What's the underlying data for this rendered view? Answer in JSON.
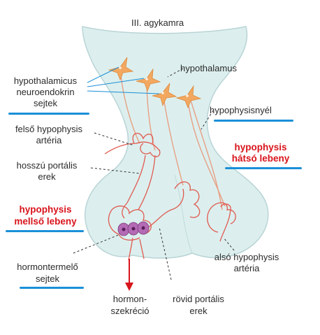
{
  "labels": {
    "ventricle": "III. agykamra",
    "hypothalamus": "hypothalamus",
    "neuro_line1": "hypothalamicus",
    "neuro_line2": "neuroendokrin",
    "neuro_line3": "sejtek",
    "stalk": "hypophysisnyél",
    "sup_artery_line1": "felső hypophysis",
    "sup_artery_line2": "artéria",
    "long_portal_line1": "hosszú portális",
    "long_portal_line2": "erek",
    "posterior_line1": "hypophysis",
    "posterior_line2": "hátsó lebeny",
    "anterior_line1": "hypophysis",
    "anterior_line2": "mellső lebeny",
    "hormone_cells_line1": "hormontermelő",
    "hormone_cells_line2": "sejtek",
    "inf_artery_line1": "alsó hypophysis",
    "inf_artery_line2": "artéria",
    "secretion_line1": "hormon-",
    "secretion_line2": "szekréció",
    "short_portal_line1": "rövid portális",
    "short_portal_line2": "erek"
  },
  "colors": {
    "tissue_fill": "#dcefee",
    "tissue_edge": "#b9d4d6",
    "neuron": "#f2a860",
    "vessel": "#e05a50",
    "cell_purple": "#b46ab4",
    "label_red": "#d8141c",
    "underline_blue": "#1a8fd8",
    "leader_blue": "#1a8fd8"
  }
}
